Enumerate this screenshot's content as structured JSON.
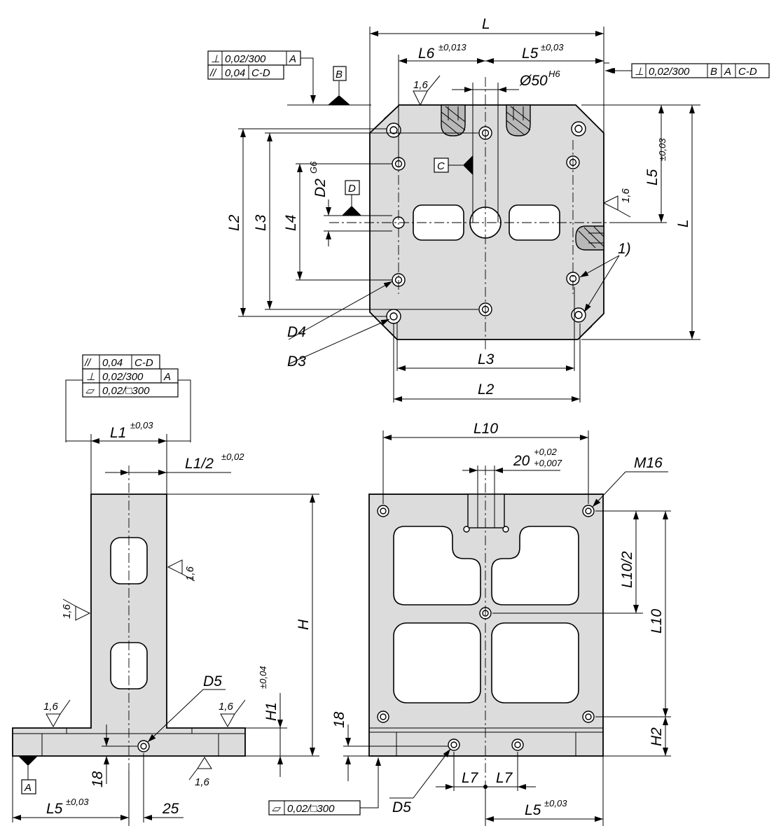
{
  "top_view": {
    "dim_L_top": "L",
    "dim_L6": "L6",
    "tol_L6": "±0,013",
    "dim_L5": "L5",
    "tol_L5": "±0,03",
    "dim_bore": "Ø50",
    "fit_bore": "H6",
    "dim_L2": "L2",
    "dim_L3": "L3",
    "dim_L4": "L4",
    "dim_D2": "D2",
    "fit_D2": "G6",
    "dim_L_right": "L",
    "dim_L5_right": "L5",
    "tol_L5_right": "±0,03",
    "dim_L3_bottom": "L3",
    "dim_L2_bottom": "L2",
    "label_D4": "D4",
    "label_D3": "D3",
    "note_1": "1)",
    "rough_top": "1,6",
    "rough_right": "1,6",
    "datum_B": "B",
    "datum_C": "C",
    "datum_D": "D",
    "fcf_left": [
      {
        "symbol": "⊥",
        "value": "0,02/300",
        "ref": "A"
      },
      {
        "symbol": "//",
        "value": "0,04",
        "ref": "C-D"
      }
    ],
    "fcf_right": {
      "symbol": "⊥",
      "value": "0,02/300",
      "refs": [
        "B",
        "A",
        "C-D"
      ]
    }
  },
  "side_view": {
    "fcf": [
      {
        "symbol": "//",
        "value": "0,04",
        "ref": "C-D"
      },
      {
        "symbol": "⊥",
        "value": "0,02/300",
        "ref": "A"
      },
      {
        "symbol": "▱",
        "value": "0,02/□300",
        "ref": ""
      }
    ],
    "dim_L1": "L1",
    "tol_L1": "±0,03",
    "dim_L1_half": "L1/2",
    "tol_L1_half": "±0,02",
    "dim_H": "H",
    "dim_H1": "H1",
    "tol_H1": "±0,04",
    "label_D5": "D5",
    "dim_18": "18",
    "dim_L5": "L5",
    "tol_L5": "±0,03",
    "dim_25": "25",
    "datum_A": "A",
    "rough_1": "1,6",
    "rough_2": "1,6",
    "rough_3": "1,6",
    "rough_4": "1,6",
    "rough_5": "1,6"
  },
  "front_view": {
    "dim_L10_top": "L10",
    "dim_20": "20",
    "tol_20_upper": "+0,02",
    "tol_20_lower": "+0,007",
    "label_M16": "M16",
    "dim_L10_half": "L10/2",
    "dim_L10_right": "L10",
    "dim_H2": "H2",
    "dim_18": "18",
    "label_D5": "D5",
    "dim_L7_left": "L7",
    "dim_L7_right": "L7",
    "dim_L5": "L5",
    "tol_L5": "±0,03",
    "fcf_flatness": {
      "symbol": "▱",
      "value": "0,02/□300"
    }
  }
}
